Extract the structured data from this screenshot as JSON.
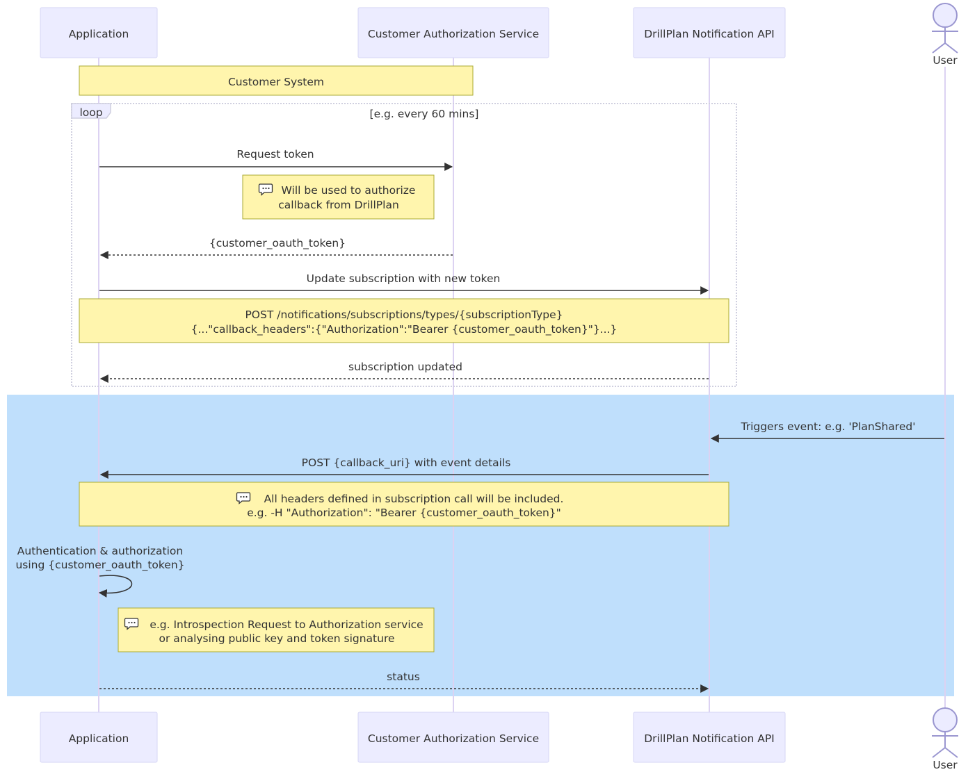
{
  "participants": {
    "application": "Application",
    "auth_service": "Customer Authorization Service",
    "notification_api": "DrillPlan Notification API",
    "user": "User"
  },
  "notes": {
    "customer_system": "Customer System",
    "authorize_line1": "Will be used to authorize",
    "authorize_line2": "callback from DrillPlan",
    "post_line1": "POST /notifications/subscriptions/types/{subscriptionType}",
    "post_line2": "{...\"callback_headers\":{\"Authorization\":\"Bearer {customer_oauth_token}\"}...}",
    "headers_line1": "All headers defined in subscription call will be included.",
    "headers_line2": "e.g. -H \"Authorization\": \"Bearer {customer_oauth_token}\"",
    "introspection_line1": "e.g. Introspection Request to Authorization service",
    "introspection_line2": "or analysing public key and token signature"
  },
  "loop": {
    "label": "loop",
    "condition": "[e.g. every 60 mins]"
  },
  "messages": {
    "request_token": "Request token",
    "customer_oauth_token": "{customer_oauth_token}",
    "update_subscription": "Update subscription with new token",
    "subscription_updated": "subscription updated",
    "triggers_event": "Triggers event: e.g. 'PlanShared'",
    "post_callback": "POST {callback_uri} with event details",
    "auth_line1": "Authentication & authorization",
    "auth_line2": "using {customer_oauth_token}",
    "status": "status"
  },
  "colors": {
    "actor_fill": "#ECECFF",
    "note_fill": "#FFF5AD",
    "highlight_fill": "#BFDFFC",
    "lifeline": "#DCD2F2",
    "text": "#333333"
  },
  "icons": {
    "note_icon": "speech-bubble-icon"
  }
}
